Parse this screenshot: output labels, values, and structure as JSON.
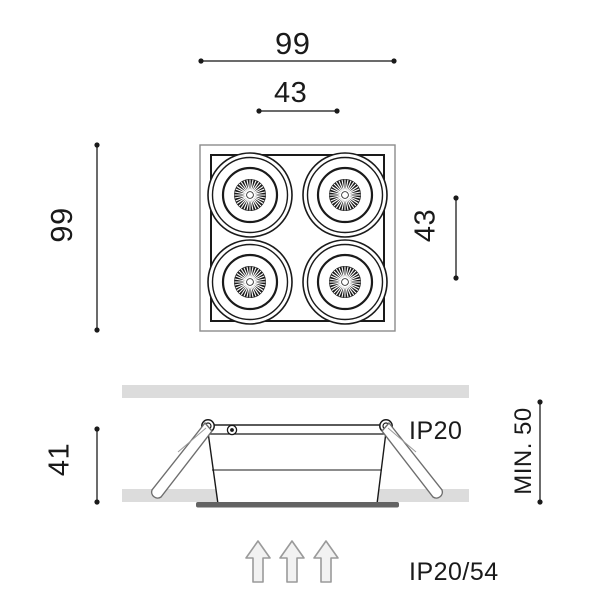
{
  "drawing": {
    "type": "technical-dimension-drawing",
    "product": "recessed-square-4-lamp-downlight",
    "background_color": "#ffffff",
    "line_color": "#1a1a1a",
    "slab_color": "#dcdcdc",
    "arrow_color": "#9a9a9a",
    "trim_color": "#636363"
  },
  "top_view": {
    "width_dimension": {
      "label": "99",
      "orientation": "horizontal",
      "position": "top-outer"
    },
    "inner_width_dimension": {
      "label": "43",
      "orientation": "horizontal",
      "position": "top-inner"
    },
    "height_dimension": {
      "label": "99",
      "orientation": "vertical",
      "position": "left"
    },
    "inner_height_dimension": {
      "label": "43",
      "orientation": "vertical",
      "position": "right"
    },
    "lamp_count": 4,
    "lamp_layout": "2x2"
  },
  "section_view": {
    "depth_dimension": {
      "label": "41",
      "orientation": "vertical",
      "position": "left"
    },
    "clearance_dimension": {
      "label": "MIN. 50",
      "orientation": "vertical",
      "position": "right"
    },
    "protection_rating": "IP20",
    "arrow_count": 3
  },
  "footer": {
    "protection_rating_combined": "IP20/54"
  }
}
